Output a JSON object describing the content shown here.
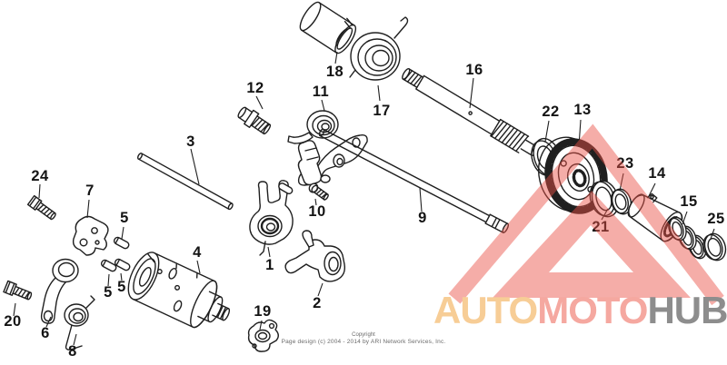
{
  "watermark": {
    "segments": [
      {
        "text": "AUTO",
        "color": "#f7cd96"
      },
      {
        "text": "MOTO",
        "color": "#f5a8a0"
      },
      {
        "text": "HUB",
        "color": "#8d8d8d"
      }
    ],
    "triangle_color": "#ea5046"
  },
  "footer": {
    "line1": "Copyright",
    "line2": "Page design (c) 2004 - 2014 by ARI Network Services, Inc."
  },
  "diagram": {
    "labels": [
      "18",
      "17",
      "16",
      "12",
      "11",
      "3",
      "24",
      "7",
      "5",
      "5",
      "5",
      "20",
      "6",
      "8",
      "4",
      "19",
      "1",
      "2",
      "10",
      "9",
      "22",
      "13",
      "21",
      "23",
      "14",
      "15",
      "25"
    ]
  }
}
